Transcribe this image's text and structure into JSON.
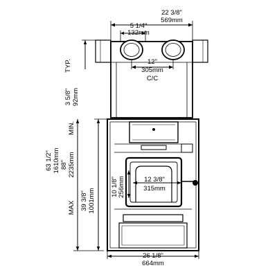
{
  "dimensions": {
    "top_width": {
      "imperial": "22 3/8\"",
      "metric": "569mm"
    },
    "flue_dia": {
      "imperial": "5 1/4\"",
      "metric": "132mm"
    },
    "flue_spacing": {
      "imperial": "12\"",
      "metric": "305mm",
      "note": "C/C"
    },
    "side_gap": {
      "imperial": "3 5/8\"",
      "metric": "92mm",
      "note": "TYP."
    },
    "total_height": {
      "imperial": "63 1/2\"",
      "metric": "1610mm",
      "label_min": "MIN.",
      "imperial_max": "88\"",
      "metric_max": "2235mm",
      "label_max": "MAX"
    },
    "body_height": {
      "imperial": "39 3/8\"",
      "metric": "1001mm"
    },
    "door_height": {
      "imperial": "10 1/8\"",
      "metric": "256mm"
    },
    "door_width": {
      "imperial": "12 3/8\"",
      "metric": "315mm"
    },
    "base_width": {
      "imperial": "26 1/8\"",
      "metric": "664mm"
    }
  }
}
